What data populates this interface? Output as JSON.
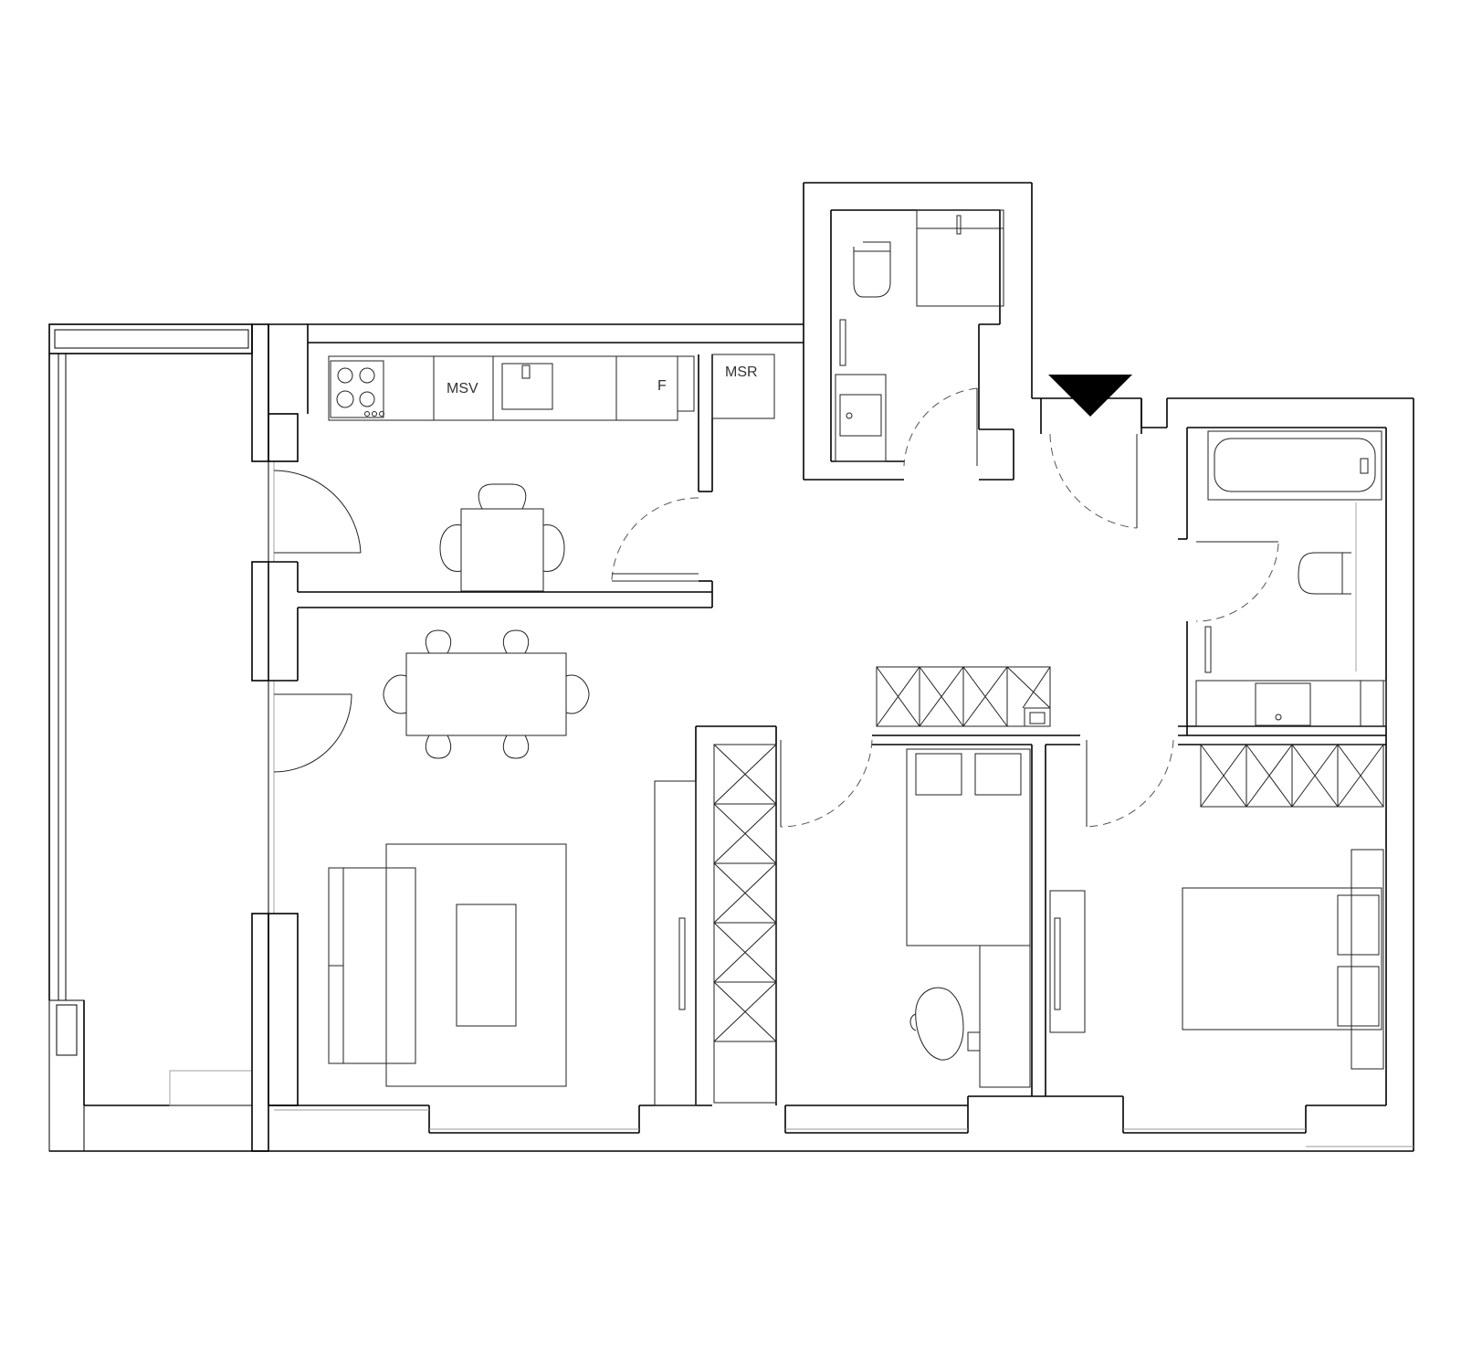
{
  "labels": {
    "msv": "MSV",
    "f": "F",
    "msr": "MSR"
  },
  "entrance_marker": "entrance-arrow",
  "colors": {
    "line": "#000000",
    "furniture": "#222222",
    "light_line": "#9a9a9a",
    "background": "#ffffff"
  }
}
